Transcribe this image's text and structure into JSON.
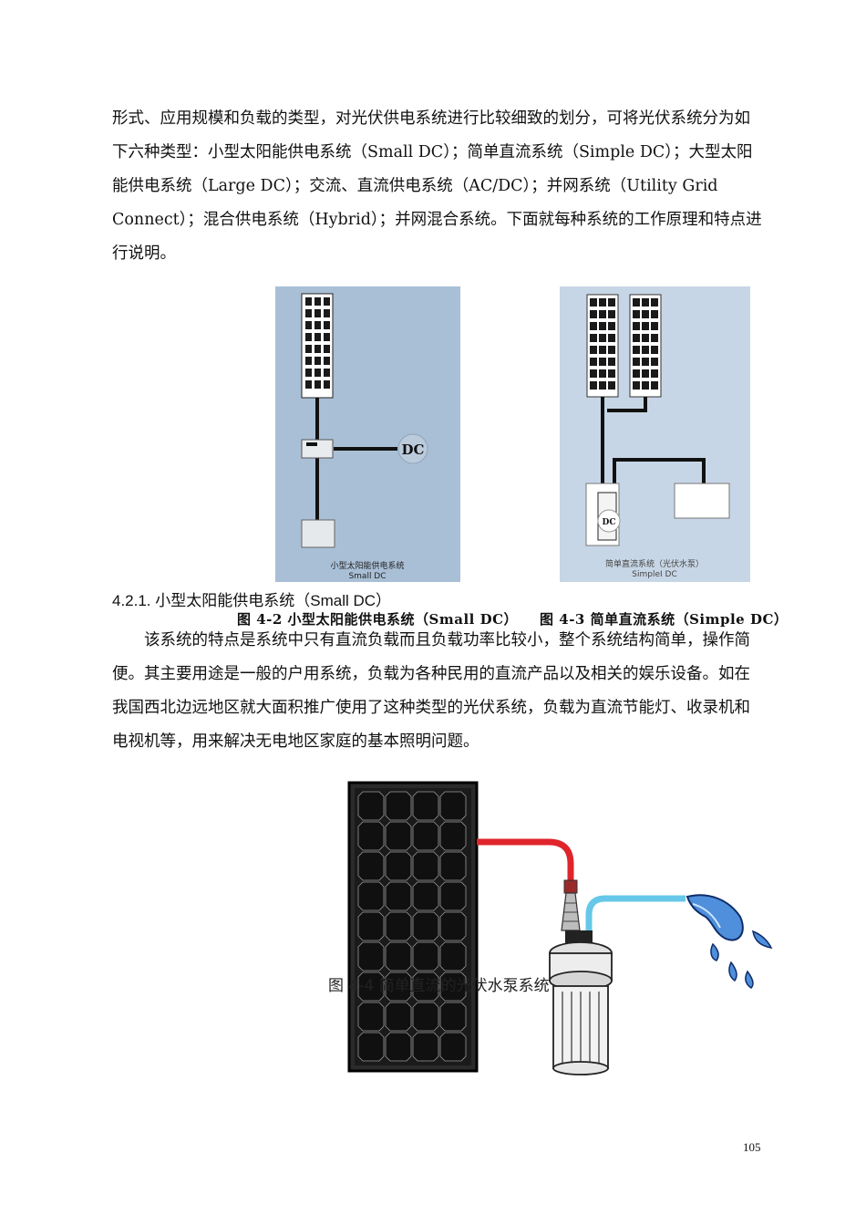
{
  "intro_paragraph": "形式、应用规模和负载的类型，对光伏供电系统进行比较细致的划分，可将光伏系统分为如下六种类型：小型太阳能供电系统（Small DC）；简单直流系统（Simple DC）；大型太阳能供电系统（Large DC）；交流、直流供电系统（AC/DC）；并网系统（Utility Grid Connect）；混合供电系统（Hybrid）；并网混合系统。下面就每种系统的工作原理和特点进行说明。",
  "figure_left": {
    "dc_label": "DC",
    "caption_cn": "小型太阳能供电系统",
    "caption_en": "Small DC"
  },
  "figure_right": {
    "dc_label": "DC",
    "caption_cn": "简单直流系统（光伏水泵）",
    "caption_en": "SimpleI DC"
  },
  "section_heading": "4.2.1.  小型太阳能供电系统（Small DC）",
  "caption_fig_4_2": "图 4-2 小型太阳能供电系统（Small DC）",
  "caption_fig_4_3": "图 4-3 简单直流系统（Simple DC）",
  "body_paragraph": "该系统的特点是系统中只有直流负载而且负载功率比较小，整个系统结构简单，操作简便。其主要用途是一般的户用系统，负载为各种民用的直流产品以及相关的娱乐设备。如在我国西北边远地区就大面积推广使用了这种类型的光伏系统，负载为直流节能灯、收录机和电视机等，用来解决无电地区家庭的基本照明问题。",
  "caption_fig_4_4": "图 4-4  简单直流的光伏水泵系统",
  "page_number": "105",
  "colors": {
    "diagram_bg": "#a9bfd6",
    "diagram_bg_light": "#c7d6e6",
    "wire_red": "#e0242c",
    "wire_blue": "#66c7e8",
    "cell_dark": "#141414"
  }
}
